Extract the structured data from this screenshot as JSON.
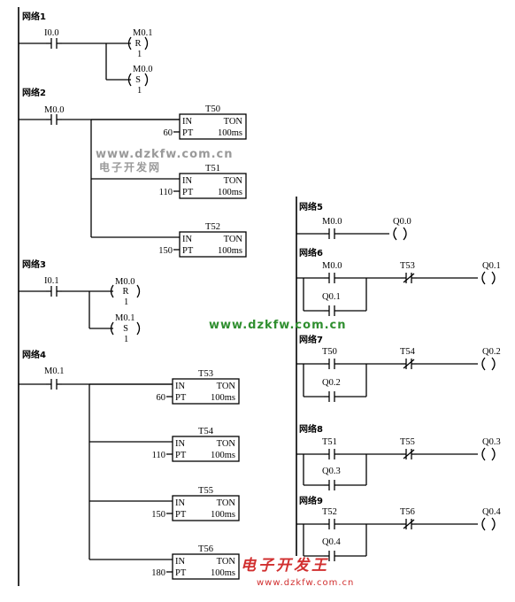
{
  "networks": [
    {
      "label": "网络1",
      "contacts": [
        {
          "name": "I0.0",
          "type": "NO"
        }
      ],
      "coils": [
        {
          "name": "M0.1",
          "op": "R",
          "n": "1"
        },
        {
          "name": "M0.0",
          "op": "S",
          "n": "1"
        }
      ]
    },
    {
      "label": "网络2",
      "contacts": [
        {
          "name": "M0.0",
          "type": "NO"
        }
      ],
      "timers": [
        {
          "name": "T50",
          "pt": "60"
        },
        {
          "name": "T51",
          "pt": "110"
        },
        {
          "name": "T52",
          "pt": "150"
        }
      ]
    },
    {
      "label": "网络3",
      "contacts": [
        {
          "name": "I0.1",
          "type": "NO"
        }
      ],
      "coils": [
        {
          "name": "M0.0",
          "op": "R",
          "n": "1"
        },
        {
          "name": "M0.1",
          "op": "S",
          "n": "1"
        }
      ]
    },
    {
      "label": "网络4",
      "contacts": [
        {
          "name": "M0.1",
          "type": "NO"
        }
      ],
      "timers": [
        {
          "name": "T53",
          "pt": "60"
        },
        {
          "name": "T54",
          "pt": "110"
        },
        {
          "name": "T55",
          "pt": "150"
        },
        {
          "name": "T56",
          "pt": "180"
        }
      ]
    },
    {
      "label": "网络5",
      "contacts": [
        {
          "name": "M0.0",
          "type": "NO"
        }
      ],
      "output": "Q0.0"
    },
    {
      "label": "网络6",
      "contacts": [
        {
          "name": "M0.0",
          "type": "NO"
        },
        {
          "name": "T53",
          "type": "NC"
        }
      ],
      "parallel": "Q0.1",
      "output": "Q0.1"
    },
    {
      "label": "网络7",
      "contacts": [
        {
          "name": "T50",
          "type": "NO"
        },
        {
          "name": "T54",
          "type": "NC"
        }
      ],
      "parallel": "Q0.2",
      "output": "Q0.2"
    },
    {
      "label": "网络8",
      "contacts": [
        {
          "name": "T51",
          "type": "NO"
        },
        {
          "name": "T55",
          "type": "NC"
        }
      ],
      "parallel": "Q0.3",
      "output": "Q0.3"
    },
    {
      "label": "网络9",
      "contacts": [
        {
          "name": "T52",
          "type": "NO"
        },
        {
          "name": "T56",
          "type": "NC"
        }
      ],
      "parallel": "Q0.4",
      "output": "Q0.4"
    }
  ],
  "timer_block": {
    "in": "IN",
    "type": "TON",
    "pt": "PT",
    "base": "100ms"
  },
  "watermarks": {
    "site_gray": "www.dzkfw.com.cn",
    "name_gray": "电子开发网",
    "site_green": "www.dzkfw.com.cn",
    "name_red": "电子开发王",
    "site_red": "www.dzkfw.com.cn"
  }
}
